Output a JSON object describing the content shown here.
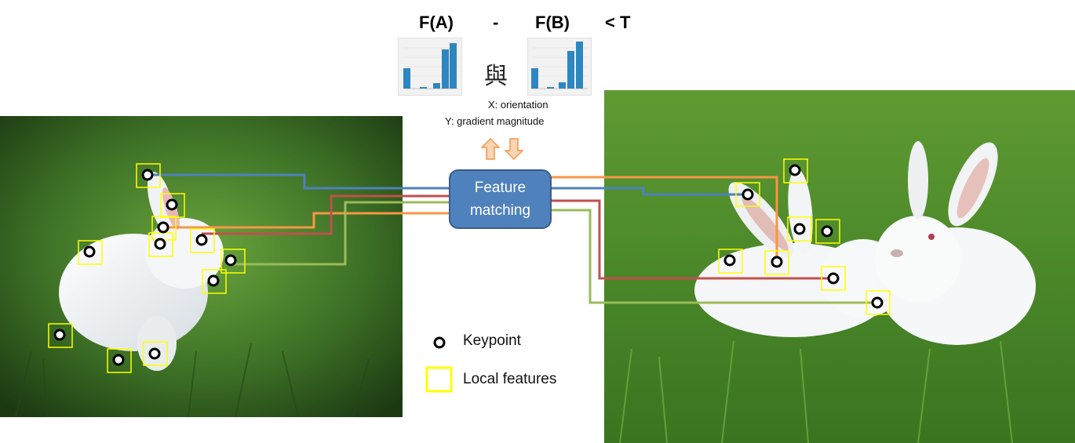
{
  "formula": {
    "fa": "F(A)",
    "minus": "-",
    "fb": "F(B)",
    "lt": "< T"
  },
  "connector_char": "與",
  "axis_notes": {
    "x": "X: orientation",
    "y": "Y: gradient magnitude"
  },
  "feature_matching": {
    "line1": "Feature",
    "line2": "matching"
  },
  "legend": {
    "keypoint": "Keypoint",
    "local_features": "Local features"
  },
  "colors": {
    "blue": "#4f81bd",
    "orange": "#f79646",
    "red": "#c0504d",
    "green": "#9bbb59",
    "box_yellow": "#ffff00",
    "grass": "#3f7a2a"
  },
  "icons": {
    "up_arrow": "up-arrow-icon",
    "down_arrow": "down-arrow-icon"
  }
}
